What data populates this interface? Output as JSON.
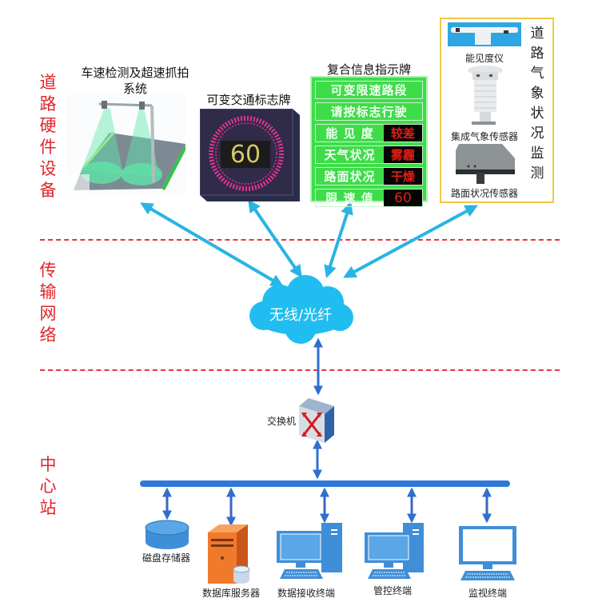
{
  "layers": {
    "road_hardware": "道路硬件设备",
    "transmission_network": "传输网络",
    "center_station": "中心站"
  },
  "road_devices": {
    "speed_detection": {
      "title": "车速检测及超速抓拍系统",
      "title_line1": "车速检测及超速抓拍",
      "title_line2": "系统"
    },
    "variable_sign": {
      "title": "可变交通标志牌",
      "speed_value": "60"
    },
    "composite_sign": {
      "title": "复合信息指示牌",
      "rows": [
        {
          "text": "可变限速路段"
        },
        {
          "text": "请按标志行驶"
        },
        {
          "label": "能 见 度",
          "value": "较差"
        },
        {
          "label": "天气状况",
          "value": "雾霾"
        },
        {
          "label": "路面状况",
          "value": "干燥"
        },
        {
          "label": "限 速 值",
          "value": "60"
        }
      ]
    },
    "weather_monitoring": {
      "title": "道路气象状况监测",
      "sensors": [
        "能见度仪",
        "集成气象传感器",
        "路面状况传感器"
      ]
    }
  },
  "network": {
    "cloud_label": "无线/光纤"
  },
  "center": {
    "switch_label": "交换机",
    "devices": [
      "磁盘存储器",
      "数据库服务器",
      "数据接收终端",
      "管控终端",
      "监视终端"
    ]
  },
  "colors": {
    "layer_label": "#e0252b",
    "divider": "#e8363a",
    "wireless_link": "#29b4e3",
    "wired_link": "#2f6fd0",
    "cloud": "#21bdf0",
    "sign_green": "#3fdc4a",
    "terminal_blue": "#3f8fd8",
    "server_orange": "#ef7a2c",
    "weather_border": "#f1c646"
  }
}
